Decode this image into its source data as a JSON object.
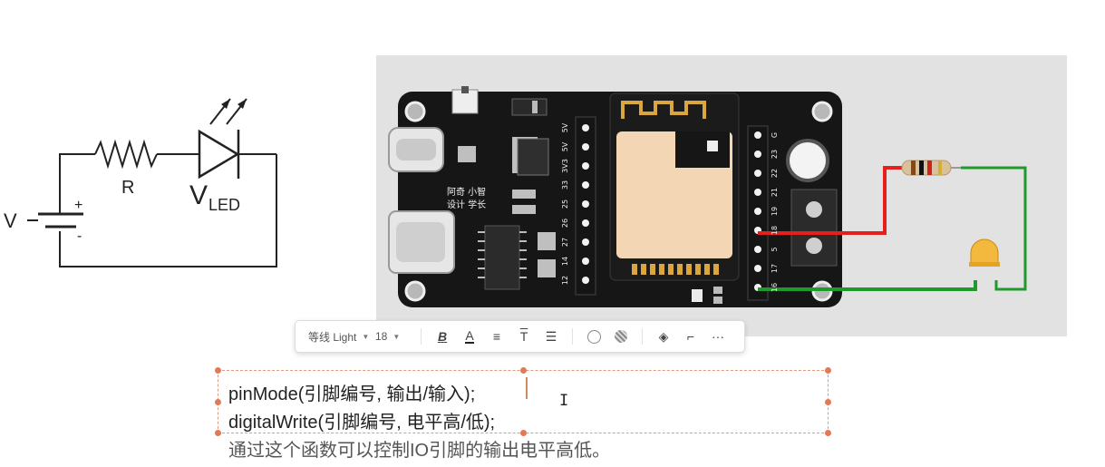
{
  "schematic": {
    "battery_label": "V",
    "resistor_label": "R",
    "led_label_main": "V",
    "led_label_sub": "LED",
    "plus_sign": "+",
    "minus_sign": "-"
  },
  "board": {
    "logo_line1": "阿奇 小智",
    "logo_line2": "设计 学长",
    "left_header_pins": [
      "5V",
      "5V",
      "3V3",
      "33",
      "25",
      "26",
      "27",
      "14",
      "12"
    ],
    "right_header_pins": [
      "G",
      "23",
      "22",
      "21",
      "19",
      "18",
      "5",
      "17",
      "16"
    ],
    "wire_colors": {
      "red": "#e3201b",
      "green": "#1f9a2a"
    }
  },
  "toolbar": {
    "font_name": "等线 Light",
    "font_size": "18",
    "bold_label": "B",
    "color_label": "A",
    "align_label": "≡",
    "text_label": "T",
    "more_label": "···"
  },
  "editor": {
    "line1": "pinMode(引脚编号, 输出/输入);",
    "line2": "digitalWrite(引脚编号, 电平高/低);",
    "line3": "通过这个函数可以控制IO引脚的输出电平高低。"
  }
}
